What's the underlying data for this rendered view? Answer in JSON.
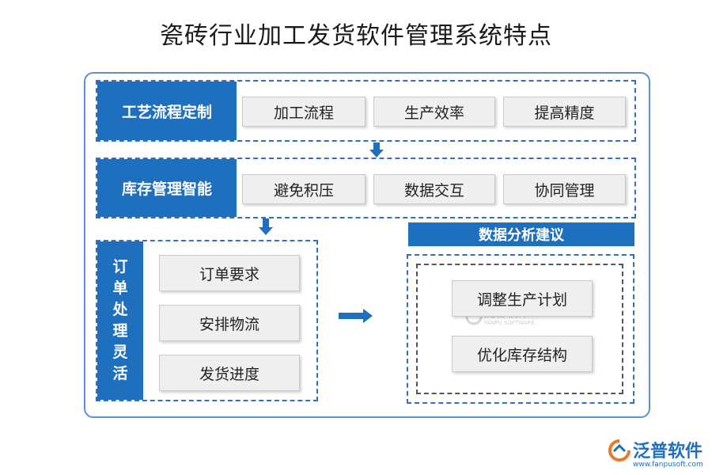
{
  "title": "瓷砖行业加工发货软件管理系统特点",
  "rows": [
    {
      "label": "工艺流程定制",
      "items": [
        "加工流程",
        "生产效率",
        "提高精度"
      ]
    },
    {
      "label": "库存管理智能",
      "items": [
        "避免积压",
        "数据交互",
        "协同管理"
      ]
    }
  ],
  "order": {
    "label_chars": [
      "订",
      "单",
      "处",
      "理",
      "灵",
      "活"
    ],
    "items": [
      "订单要求",
      "安排物流",
      "发货进度"
    ]
  },
  "analysis": {
    "title": "数据分析建议",
    "items": [
      "调整生产计划",
      "优化库存结构"
    ]
  },
  "watermark": {
    "brand": "泛普软件",
    "sub": "FANPU SOFTWARE"
  },
  "logo": {
    "brand": "泛普软件",
    "url": "www.fanpusoft.com"
  },
  "colors": {
    "primary": "#1f6fbf",
    "dashed_border": "#2f6fc4",
    "frame_border": "#5b8fd6",
    "pill_bg": "#efefef",
    "logo_orange": "#e8782a"
  },
  "icons": [
    "arrow-down-icon",
    "arrow-right-icon",
    "fanpu-logo-icon"
  ]
}
